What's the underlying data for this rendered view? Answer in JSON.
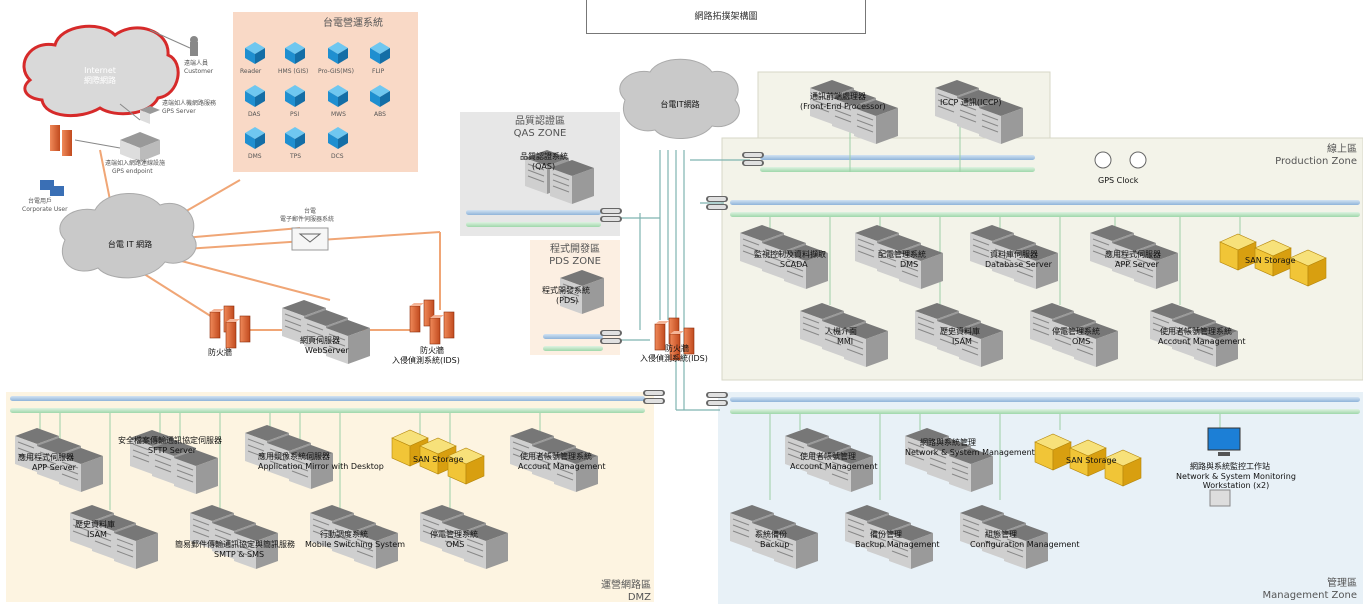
{
  "title": "網路拓撲架構圖",
  "zones": {
    "dmz": {
      "name": "運營網路區",
      "sub": "DMZ"
    },
    "qas": {
      "name": "品質認證區",
      "sub": "QAS ZONE"
    },
    "pds": {
      "name": "程式開發區",
      "sub": "PDS ZONE"
    },
    "production": {
      "name": "線上區",
      "sub": "Production Zone"
    },
    "management": {
      "name": "管理區",
      "sub": "Management Zone"
    },
    "ops": {
      "name": "台電營運系統"
    }
  },
  "clouds": {
    "internet": {
      "name": "Internet",
      "sub": "網際網路"
    },
    "it": {
      "name": "台電 IT 網路"
    },
    "it2": {
      "name": "台電IT網路"
    }
  },
  "top_left": {
    "remote_user": {
      "name": "遠端人員",
      "sub": "Customer"
    },
    "gps_server": {
      "name": "遠端如人機網路服務",
      "sub": "GPS Server"
    },
    "gps_endpoint": {
      "name": "遠端如入網路連線設施",
      "sub": "GPS endpoint"
    },
    "corp_user": {
      "name": "台電用戶",
      "sub": "Corporate User"
    },
    "mail": {
      "name": "台電",
      "sub": "電子郵件伺服器系統"
    }
  },
  "ops_items": [
    "Reader",
    "HMS (GIS)",
    "Pro-GIS(MS)",
    "FLIP",
    "DAS",
    "PSI",
    "MWS",
    "ABS",
    "DMS",
    "TPS",
    "DCS"
  ],
  "dmz_devices": {
    "firewall": "防火牆",
    "webserver": {
      "name": "網頁伺服器",
      "sub": "WebServer"
    },
    "ids": {
      "name": "防火牆",
      "sub": "入侵偵測系統(IDS)"
    }
  },
  "center": {
    "qas_server": {
      "name": "品質認證系統",
      "sub": "(QAS)"
    },
    "pds_server": {
      "name": "程式開發系統",
      "sub": "(PDS)"
    },
    "core_fw": {
      "name": "防火牆",
      "sub": "入侵偵測系統(IDS)"
    }
  },
  "production": {
    "fep": {
      "name": "通訊前端處理器",
      "sub": "(Front-End Processor)"
    },
    "iccp": {
      "name": "ICCP 通訊(ICCP)"
    },
    "gps": "GPS Clock",
    "servers": [
      {
        "name": "監視控制及資料擷取",
        "sub": "SCADA"
      },
      {
        "name": "配電管理系統",
        "sub": "DMS"
      },
      {
        "name": "資料庫伺服器",
        "sub": "Database Server"
      },
      {
        "name": "應用程式伺服器",
        "sub": "APP Server"
      },
      {
        "name": "人機介面",
        "sub": "MMI"
      },
      {
        "name": "歷史資料庫",
        "sub": "ISAM"
      },
      {
        "name": "停電管理系統",
        "sub": "OMS"
      },
      {
        "name": "使用者帳號管理系統",
        "sub": "Account Management"
      }
    ],
    "san": "SAN Storage"
  },
  "dmz_servers": [
    {
      "name": "應用程式伺服器",
      "sub": "APP Server"
    },
    {
      "name": "安全檔案傳輸通訊協定伺服器",
      "sub": "SFTP Server"
    },
    {
      "name": "應用鏡像系統伺服器",
      "sub": "Application Mirror with Desktop"
    },
    {
      "name": "歷史資料庫",
      "sub": "ISAM"
    },
    {
      "name": "簡易郵件傳輸通訊協定與簡訊服務",
      "sub": "SMTP & SMS"
    },
    {
      "name": "行動調度系統",
      "sub": "Mobile Switching System"
    },
    {
      "name": "停電管理系統",
      "sub": "OMS"
    },
    {
      "name": "使用者帳號管理系統",
      "sub": "Account Management"
    }
  ],
  "dmz_san": "SAN Storage",
  "management": {
    "servers": [
      {
        "name": "使用者帳號管理",
        "sub": "Account Management"
      },
      {
        "name": "網路與系統管理",
        "sub": "Network & System Management"
      },
      {
        "name": "系統備份",
        "sub": "Backup"
      },
      {
        "name": "備份管理",
        "sub": "Backup Management"
      },
      {
        "name": "組態管理",
        "sub": "Configuration Management"
      }
    ],
    "san": "SAN Storage",
    "monitor": {
      "name": "網路與系統監控工作站",
      "sub": "Network & System Monitoring Workstation (x2)"
    }
  },
  "colors": {
    "dmz_bg": "#fdf4e1",
    "ops_bg": "#f9d9c6",
    "prod_bg": "#f3f3e9",
    "mgmt_bg": "#e8f1f7",
    "qas_bg": "#e7e7e7",
    "pds_bg": "#fcefe2",
    "bus_blue": "#a9c6e3",
    "bus_green": "#bfe6c7",
    "orange_line": "#f0a676",
    "cloud_gray": "#cfcfcf",
    "cloud_red": "#d62a2a"
  }
}
